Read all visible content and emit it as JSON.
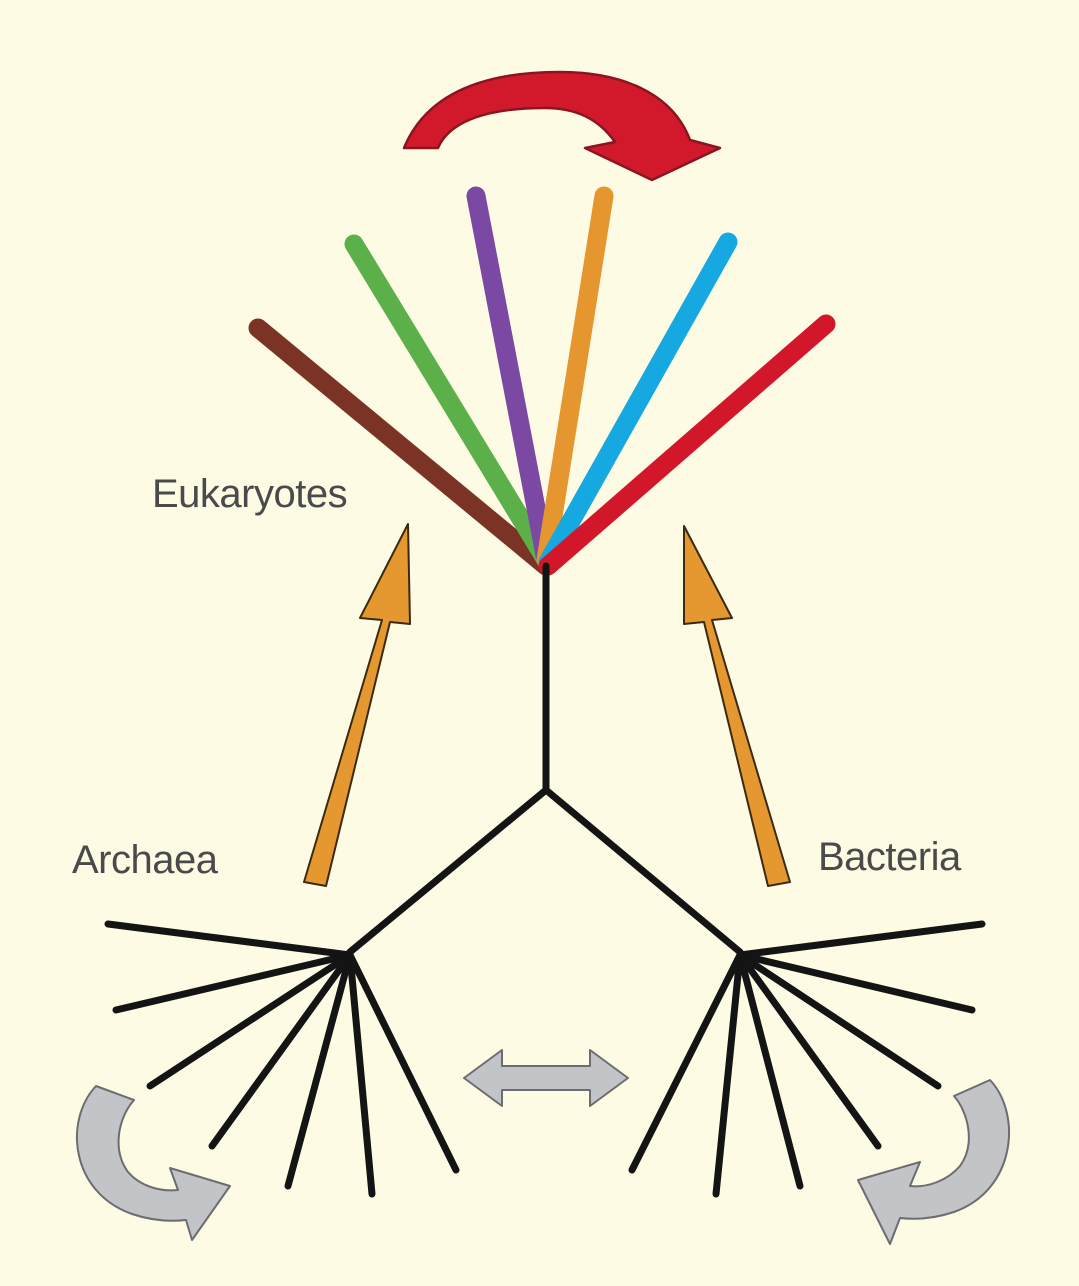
{
  "labels": {
    "eukaryotes": "Eukaryotes",
    "archaea": "Archaea",
    "bacteria": "Bacteria"
  },
  "colors": {
    "background": "#fdfbe4",
    "trunk": "#141414",
    "eukaryote_branches": [
      "#7a3324",
      "#5bb04a",
      "#7b48a3",
      "#e6962f",
      "#16a9e1",
      "#d2172a"
    ],
    "transfer_arrow_top": "#d2192b",
    "transfer_arrows_orange": "#e5982f",
    "gene_exchange_arrows": "#c2c4c7"
  },
  "icons": {
    "top": "curved-arrow-red",
    "archaea_to_eukaryotes": "arrow-up-orange",
    "bacteria_to_eukaryotes": "arrow-up-orange",
    "between_domains": "double-arrow-gray",
    "archaea_loop": "curved-arrow-gray",
    "bacteria_loop": "curved-arrow-gray"
  }
}
